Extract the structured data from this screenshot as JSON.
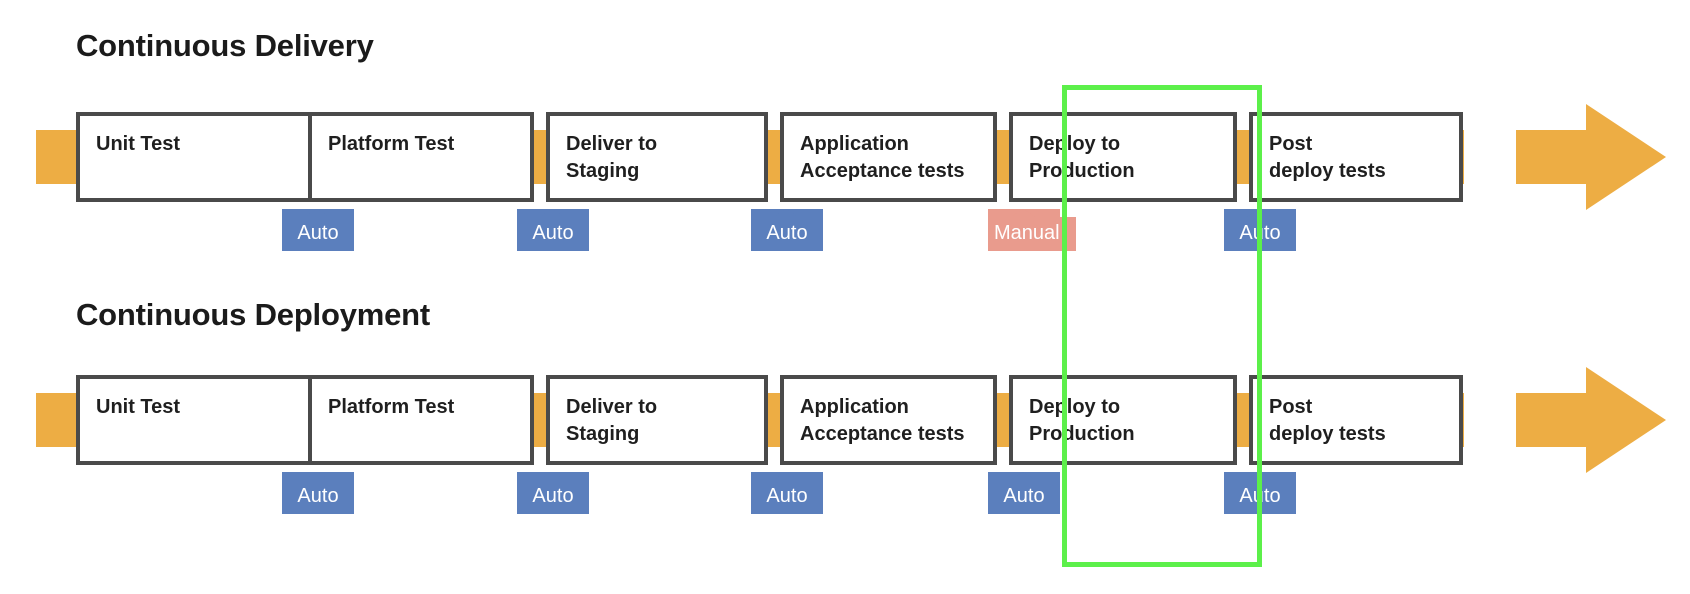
{
  "diagram": {
    "title_delivery": "Continuous Delivery",
    "title_deployment": "Continuous Deployment",
    "colors": {
      "pipeline_orange": "#edad44",
      "box_border": "#4a4a4a",
      "auto_badge": "#5b7fbd",
      "manual_badge": "#e99b8d",
      "highlight": "#5cf04a",
      "text": "#1f1f1f",
      "background": "#ffffff"
    },
    "rows": [
      {
        "name": "continuous-delivery",
        "title": "Continuous Delivery",
        "stages": [
          {
            "label": "Unit Test",
            "badge": null
          },
          {
            "label": "Platform Test",
            "badge": "Auto"
          },
          {
            "label": "Deliver to\nStaging",
            "badge": "Auto"
          },
          {
            "label": "Application\nAcceptance tests",
            "badge": "Auto"
          },
          {
            "label": "Deploy to\nProduction",
            "badge": "Manual"
          },
          {
            "label": "Post\ndeploy tests",
            "badge": "Auto"
          }
        ]
      },
      {
        "name": "continuous-deployment",
        "title": "Continuous Deployment",
        "stages": [
          {
            "label": "Unit Test",
            "badge": null
          },
          {
            "label": "Platform Test",
            "badge": "Auto"
          },
          {
            "label": "Deliver to\nStaging",
            "badge": "Auto"
          },
          {
            "label": "Application\nAcceptance tests",
            "badge": "Auto"
          },
          {
            "label": "Deploy to\nProduction",
            "badge": "Auto"
          },
          {
            "label": "Post\ndeploy tests",
            "badge": "Auto"
          }
        ]
      }
    ],
    "highlight": {
      "label": "deploy-to-production-highlight",
      "color": "#5cf04a"
    }
  },
  "row1": {
    "stage0": {
      "label": "Unit Test"
    },
    "stage1": {
      "label": "Platform Test",
      "badge": "Auto"
    },
    "stage2": {
      "label": "Deliver to\nStaging",
      "badge": "Auto"
    },
    "stage3": {
      "label": "Application\nAcceptance tests",
      "badge": "Auto"
    },
    "stage4": {
      "label": "Deploy to\nProduction",
      "badge": "Manual"
    },
    "stage5": {
      "label": "Post\ndeploy tests",
      "badge": "Auto"
    }
  },
  "row2": {
    "stage0": {
      "label": "Unit Test"
    },
    "stage1": {
      "label": "Platform Test",
      "badge": "Auto"
    },
    "stage2": {
      "label": "Deliver to\nStaging",
      "badge": "Auto"
    },
    "stage3": {
      "label": "Application\nAcceptance tests",
      "badge": "Auto"
    },
    "stage4": {
      "label": "Deploy to\nProduction",
      "badge": "Auto"
    },
    "stage5": {
      "label": "Post\ndeploy tests",
      "badge": "Auto"
    }
  }
}
